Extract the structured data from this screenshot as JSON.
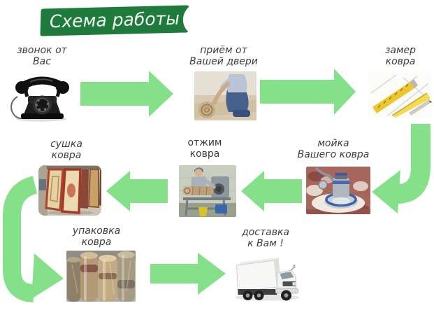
{
  "title": {
    "text": "Схема работы"
  },
  "colors": {
    "banner_green": "#1e7b3c",
    "arrow_green": "#85e08a",
    "label_text": "#3c3c3c",
    "background": "#ffffff"
  },
  "steps": [
    {
      "name": "call",
      "line1": "звонок от",
      "line2": "Вас",
      "icon": "rotary-phone"
    },
    {
      "name": "pickup",
      "line1": "приём от",
      "line2": "Вашей двери",
      "icon": "carpet-rolling"
    },
    {
      "name": "measure",
      "line1": "замер",
      "line2": "ковра",
      "icon": "measuring-ruler"
    },
    {
      "name": "wash",
      "line1": "мойка",
      "line2": "Вашего ковра",
      "icon": "carpet-washing-machine"
    },
    {
      "name": "wring",
      "line1": "отжим",
      "line2": "ковра",
      "icon": "carpet-wringing-machine"
    },
    {
      "name": "dry",
      "line1": "сушка",
      "line2": "ковра",
      "icon": "carpet-drying-racks"
    },
    {
      "name": "pack",
      "line1": "упаковка",
      "line2": "ковра",
      "icon": "packed-carpet-rolls"
    },
    {
      "name": "deliver",
      "line1": "доставка",
      "line2": "к Вам !",
      "icon": "delivery-truck"
    }
  ],
  "arrows": [
    {
      "from": "call",
      "to": "pickup",
      "shape": "straight-right"
    },
    {
      "from": "pickup",
      "to": "measure",
      "shape": "straight-right"
    },
    {
      "from": "measure",
      "to": "wash",
      "shape": "curve-down-left"
    },
    {
      "from": "wash",
      "to": "wring",
      "shape": "straight-left"
    },
    {
      "from": "wring",
      "to": "dry",
      "shape": "straight-left"
    },
    {
      "from": "dry",
      "to": "pack",
      "shape": "curve-down-right"
    },
    {
      "from": "pack",
      "to": "deliver",
      "shape": "straight-right"
    }
  ]
}
